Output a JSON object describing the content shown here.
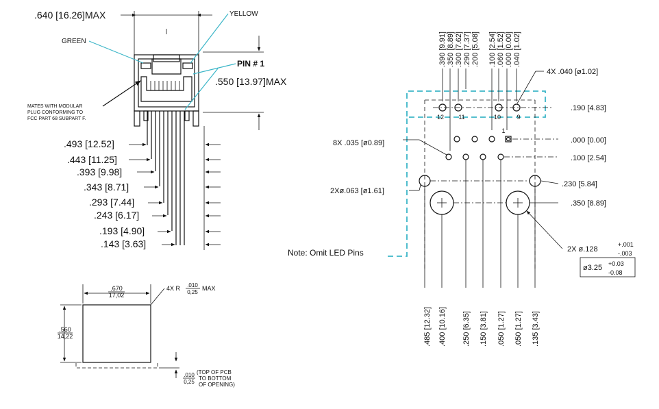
{
  "left_view": {
    "width_label": ".640 [16.26]MAX",
    "height_label": ".550 [13.97]MAX",
    "green_label": "GREEN",
    "yellow_label": "YELLOW",
    "pin1_label": "PIN # 1",
    "mates_note": [
      "MATES WITH MODULAR",
      "PLUG CONFORMING TO",
      "FCC PART 68 SUBPART F."
    ],
    "pin_dims": [
      ".493 [12.52]",
      ".443 [11.25]",
      ".393 [9.98]",
      ".343 [8.71]",
      ".293 [7.44]",
      ".243 [6.17]",
      ".193 [4.90]",
      ".143 [3.63]"
    ]
  },
  "cutout": {
    "width_top": ".670",
    "width_bottom": "17,02",
    "height_top": ".560",
    "height_bottom": "14,22",
    "radius_prefix": "4X R",
    "radius_top": ".010",
    "radius_bottom": "0,25",
    "radius_suffix": "MAX",
    "gap_top": ".010",
    "gap_bottom": "0,25",
    "gap_note": [
      "(TOP OF PCB",
      "TO BOTTOM",
      "OF OPENING)"
    ]
  },
  "footprint": {
    "top_dims": [
      ".390 [9.91]",
      ".350 [8.89]",
      ".300 [7.62]",
      ".290 [7.37]",
      ".200 [5.08]",
      ".100 [2.54]",
      ".060 [1.52]",
      ".000 [0.00]",
      ".040 [1.02]"
    ],
    "bottom_dims": [
      ".485 [12.32]",
      ".400 [10.16]",
      ".250 [6.35]",
      ".150 [3.81]",
      ".050 [1.27]",
      ".050 [1.27]",
      ".135 [3.43]"
    ],
    "right_dims": [
      ".190 [4.83]",
      ".000 [0.00]",
      ".100 [2.54]",
      ".230 [5.84]",
      ".350 [8.89]"
    ],
    "led_hole_label": "4X .040 [ø1.02]",
    "pin_hole_label": "8X .035 [ø0.89]",
    "mount_hole_label": "2Xø.063 [ø1.61]",
    "peg_label_prefix": "2X ø.128",
    "peg_tol_plus": "+.001",
    "peg_tol_minus": "-.003",
    "peg_metric": "ø3.25",
    "peg_metric_plus": "+0.03",
    "peg_metric_minus": "-0.08",
    "led_numbers": [
      "12",
      "11",
      "10",
      "9"
    ],
    "pin1_number": "1",
    "note": "Note:  Omit LED Pins"
  }
}
